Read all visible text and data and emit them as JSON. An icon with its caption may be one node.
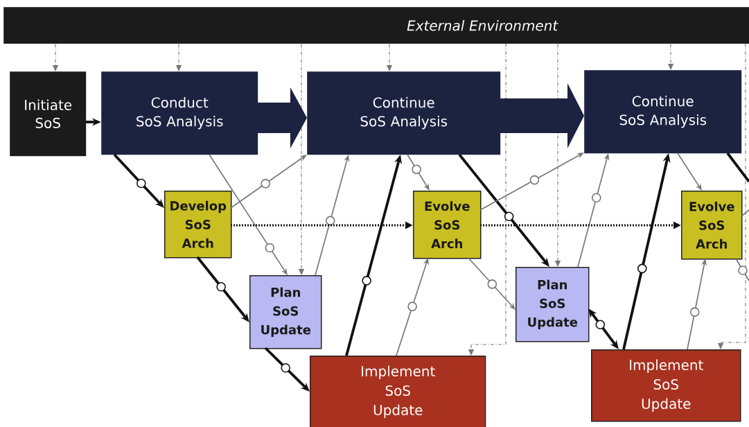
{
  "diagram": {
    "nodes": [
      {
        "text": [
          "External Environment"
        ]
      },
      {
        "text": [
          "Initiate SoS"
        ]
      },
      {
        "text": [
          "Conduct SoS Analysis"
        ]
      },
      {
        "text": [
          "Continue SoS Analysis"
        ]
      },
      {
        "text": [
          "Continue SoS Analysis"
        ]
      },
      {
        "text": [
          "Develop SoS Arch"
        ]
      },
      {
        "text": [
          "Evolve SoS Arch"
        ]
      },
      {
        "text": [
          "Evolve SoS Arch"
        ]
      },
      {
        "text": [
          "Plan SoS Update"
        ]
      },
      {
        "text": [
          "Plan SoS Update"
        ]
      },
      {
        "text": [
          "Implement SoS Update"
        ]
      },
      {
        "text": [
          "Implement SoS Update"
        ]
      }
    ],
    "edges": [
      {
        "from": 0,
        "to": 1,
        "arrow": "to",
        "style": "dashed"
      },
      {
        "from": 0,
        "to": 2,
        "arrow": "to",
        "style": "dashed"
      },
      {
        "from": 0,
        "to": 8,
        "arrow": "to",
        "style": "dashed"
      },
      {
        "from": 0,
        "to": 3,
        "arrow": "to",
        "style": "dashed"
      },
      {
        "from": 0,
        "to": 10,
        "arrow": "to",
        "style": "dashed"
      },
      {
        "from": 0,
        "to": 9,
        "arrow": "to",
        "style": "dashed"
      },
      {
        "from": 0,
        "to": 4,
        "arrow": "to",
        "style": "dashed"
      },
      {
        "from": 0,
        "to": 11,
        "arrow": "to",
        "style": "dashed"
      },
      {
        "from": 1,
        "to": 2,
        "arrow": "to",
        "style": "thick",
        "color": "#111111"
      },
      {
        "from": 2,
        "to": 3,
        "arrow": "to",
        "style": "thick",
        "color": "#1c2341"
      },
      {
        "from": 3,
        "to": 4,
        "arrow": "to",
        "style": "thick",
        "color": "#1c2341"
      },
      {
        "from": 2,
        "to": 5,
        "arrow": "to",
        "style": "thick",
        "color": "#111111"
      },
      {
        "from": 5,
        "to": 8,
        "arrow": "to",
        "style": "thick",
        "color": "#111111"
      },
      {
        "from": 8,
        "to": 10,
        "arrow": "to",
        "style": "thick",
        "color": "#111111"
      },
      {
        "from": 10,
        "to": 3,
        "arrow": "to",
        "style": "thick",
        "color": "#111111"
      },
      {
        "from": 3,
        "to": 9,
        "arrow": "to",
        "style": "thick",
        "color": "#111111"
      },
      {
        "from": 9,
        "to": 11,
        "arrow": "both",
        "style": "thick",
        "color": "#111111"
      },
      {
        "from": 11,
        "to": 4,
        "arrow": "to",
        "style": "thick",
        "color": "#111111"
      },
      {
        "from": 4,
        "to": null,
        "arrow": "none",
        "style": "thick",
        "color": "#111111"
      },
      {
        "from": 2,
        "to": 8,
        "arrow": "to"
      },
      {
        "from": 5,
        "to": 3,
        "arrow": "to"
      },
      {
        "from": 8,
        "to": 3,
        "arrow": "to"
      },
      {
        "from": 3,
        "to": 6,
        "arrow": "to"
      },
      {
        "from": 6,
        "to": 4,
        "arrow": "to"
      },
      {
        "from": 10,
        "to": 6,
        "arrow": "to"
      },
      {
        "from": 6,
        "to": 9,
        "arrow": "to"
      },
      {
        "from": 9,
        "to": 4,
        "arrow": "to"
      },
      {
        "from": 4,
        "to": 7,
        "arrow": "to"
      },
      {
        "from": 11,
        "to": 7,
        "arrow": "to"
      },
      {
        "from": 7,
        "to": null,
        "arrow": "none"
      },
      {
        "from": 7,
        "to": null,
        "arrow": "none"
      },
      {
        "from": 5,
        "to": 6,
        "arrow": "to",
        "style": "dashed",
        "color": "#111111"
      },
      {
        "from": 6,
        "to": 7,
        "arrow": "to",
        "style": "dashed",
        "color": "#111111"
      }
    ]
  }
}
